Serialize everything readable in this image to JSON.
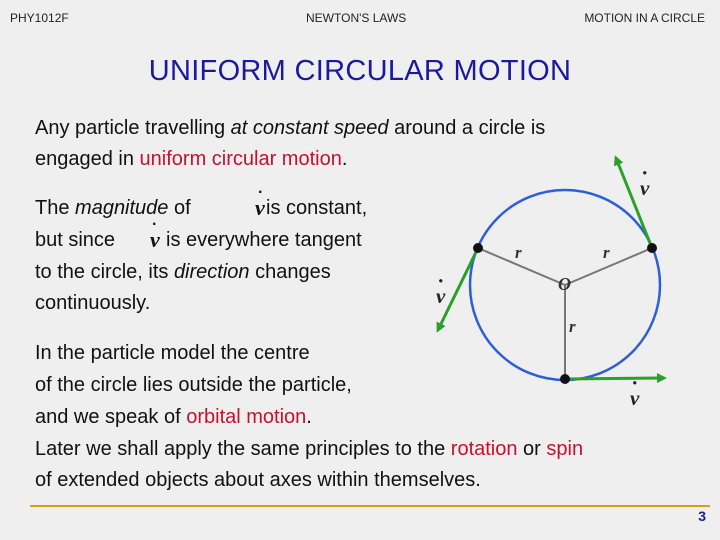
{
  "header": {
    "left": "PHY1012F",
    "center": "NEWTON'S LAWS",
    "right": "MOTION IN A CIRCLE"
  },
  "title": "UNIFORM CIRCULAR MOTION",
  "para1": {
    "line1_a": "Any particle travelling ",
    "line1_b": "at constant speed",
    "line1_c": "  around a circle is",
    "line2_a": "engaged in ",
    "line2_b": "uniform circular motion",
    "line2_c": "."
  },
  "para2": {
    "line1_a": "The ",
    "line1_b": "magnitude",
    "line1_c": "  of",
    "line1_d": "is constant,",
    "line2_a": "but since",
    "line2_b": "is everywhere  tangent",
    "line3_a": "to the circle, its ",
    "line3_b": "direction",
    "line3_c": "  changes",
    "line4": "continuously."
  },
  "para3": {
    "line1": "In the particle model the centre",
    "line2": "of the circle lies outside the particle,",
    "line3_a": "and we speak of ",
    "line3_b": "orbital motion",
    "line3_c": ".",
    "line4_a": "Later we shall apply the same principles to the ",
    "line4_b": "rotation",
    "line4_c": " or ",
    "line4_d": "spin",
    "line5": "of extended objects about axes within themselves."
  },
  "symbols": {
    "velocity": "v",
    "radius": "r",
    "centre": "O",
    "dot": "·"
  },
  "colors": {
    "title": "#1a1a9e",
    "highlight": "#c8102e",
    "circle": "#2b5fd9",
    "arrow": "#2aa02a",
    "footer_rule": "#d4a017"
  },
  "page_number": "3"
}
